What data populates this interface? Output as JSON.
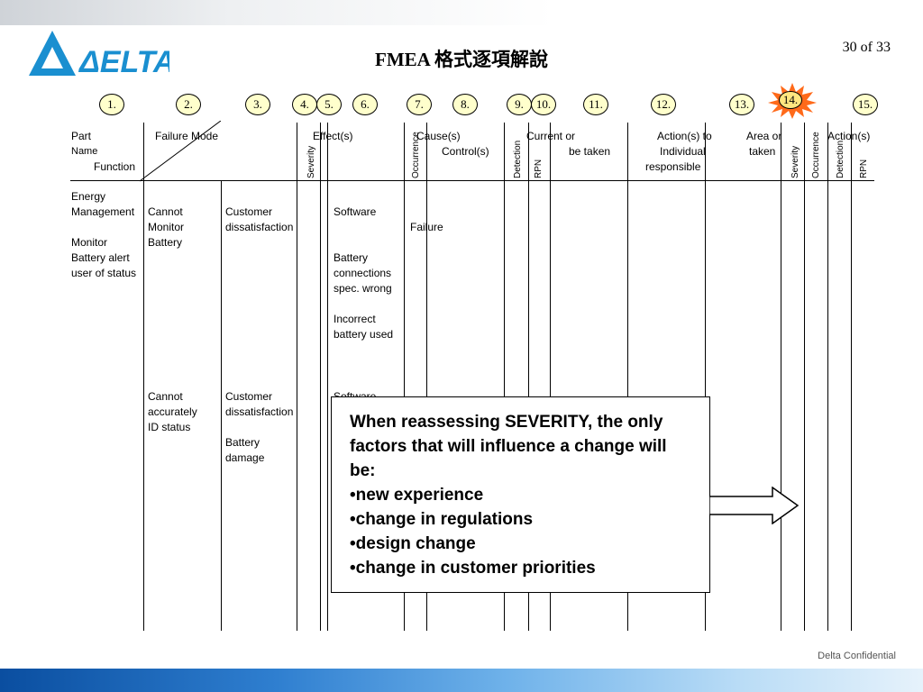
{
  "slide": {
    "title": "FMEA 格式逐項解說",
    "page_number": "30  of  33",
    "footer": "Delta Confidential"
  },
  "columns": {
    "labels": [
      "1.",
      "2.",
      "3.",
      "4.",
      "5.",
      "6.",
      "7.",
      "8.",
      "9.",
      "10.",
      "11.",
      "12.",
      "13.",
      "14.",
      "15."
    ],
    "highlighted": "14."
  },
  "headers": {
    "part": "Part",
    "name": "Name",
    "function": "Function",
    "failure_mode": "Failure Mode",
    "effects": "Effect(s)",
    "severity": "Severity",
    "occurrence": "Occurrence",
    "causes": "Cause(s)",
    "current": "Current or",
    "control": "Control(s)",
    "detection": "Detection",
    "rpn": "RPN",
    "actions_to": "Action(s) to",
    "be_taken": "be taken",
    "area_or": "Area or",
    "individual": "Individual",
    "responsible": "responsible",
    "action_s": "Action(s)",
    "taken": "taken",
    "severity2": "Severity",
    "occurrence2": "Occurrence",
    "detection2": "Detection",
    "rpn2": "RPN"
  },
  "rows": {
    "function_cell": "Energy\nManagement\n\nMonitor\nBattery alert\nuser of status",
    "failure_mode_1": "Cannot\nMonitor\nBattery",
    "effect_1": "Customer\ndissatisfaction",
    "cause_1": "Software",
    "failure_word": "Failure",
    "cause_2": "Battery\nconnections\nspec. wrong",
    "cause_3": "Incorrect\nbattery used",
    "failure_mode_2": "Cannot\naccurately\nID status",
    "effect_2a": "Customer\ndissatisfaction",
    "effect_2b": "Battery\ndamage",
    "cause_4": "Software"
  },
  "callout": {
    "intro": "When reassessing SEVERITY, the only factors that will influence a change will be:",
    "items": [
      "•new experience",
      "•change in regulations",
      "•design change",
      "•change in customer priorities"
    ]
  },
  "colors": {
    "circle_fill": "#ffffcc",
    "star_fill": "#ff6a1a",
    "logo_blue": "#1a8fd0",
    "bottom_band": "#2f7fd0"
  }
}
